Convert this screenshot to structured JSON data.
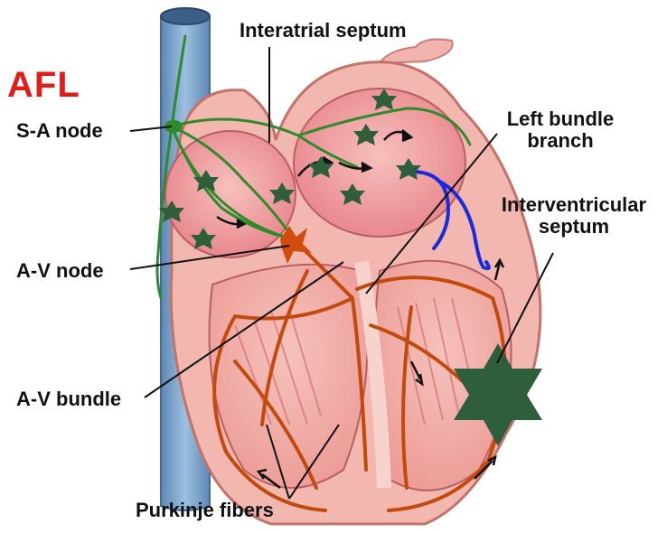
{
  "figure": {
    "annotation": "AFL",
    "labels": {
      "interatrial_septum": "Interatrial septum",
      "sa_node": "S-A node",
      "av_node": "A-V node",
      "av_bundle": "A-V bundle",
      "left_bundle_branch_line1": "Left bundle",
      "left_bundle_branch_line2": "branch",
      "interventricular_septum_line1": "Interventricular",
      "interventricular_septum_line2": "septum",
      "purkinje_fibers": "Purkinje fibers"
    }
  },
  "colors": {
    "annotation_red": "#e21b1b",
    "star_green": "#2e5e3a",
    "conduction_green": "#2f8a2a",
    "reentry_blue": "#1a2bdc",
    "vessel_blue": "#6f9bc4",
    "heart_pink": "#efa7a0",
    "conduction_orange": "#c24a0c"
  }
}
